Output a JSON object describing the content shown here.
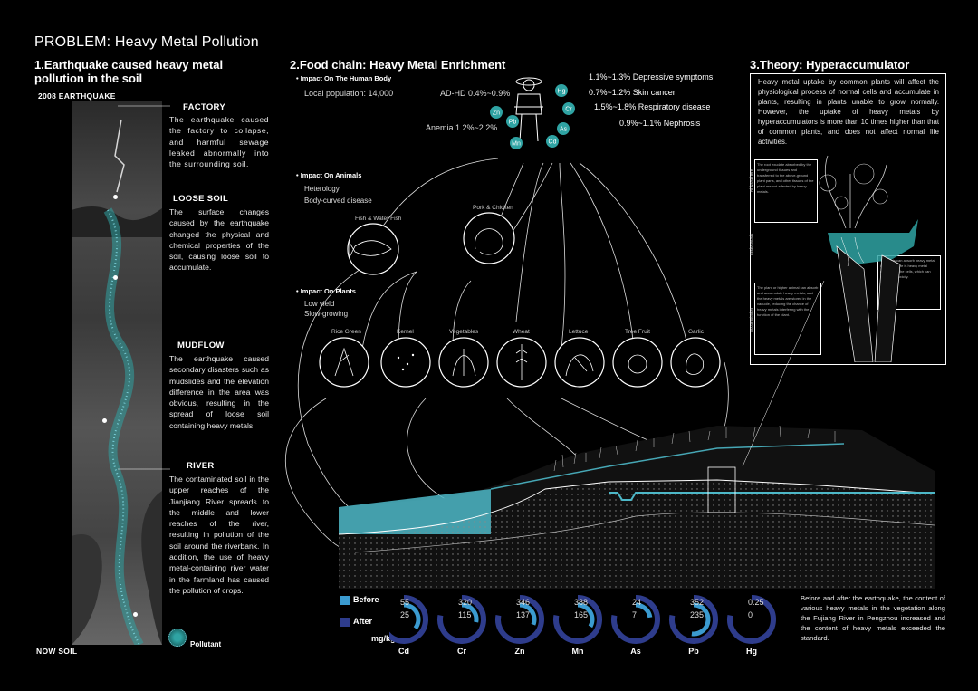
{
  "title": "PROBLEM: Heavy Metal Pollution",
  "section1": {
    "heading_line1": "1.Earthquake caused heavy metal",
    "heading_line2": "pollution in the soil",
    "earthquake_label": "2008  EARTHQUAKE",
    "now_soil_label": "NOW  SOIL",
    "pollutant_label": "Pollutant",
    "stages": [
      {
        "title": "FACTORY",
        "text": "The earthquake caused the factory to collapse, and harmful sewage leaked abnormally into the surrounding soil."
      },
      {
        "title": "LOOSE SOIL",
        "text": "The surface changes caused by the earthquake changed the physical and chemical properties of the soil, causing loose soil to accumulate."
      },
      {
        "title": "MUDFLOW",
        "text": "The earthquake caused secondary disasters such as mudslides and the elevation difference in the area was obvious, resulting in the spread of loose soil containing heavy metals."
      },
      {
        "title": "RIVER",
        "text": "The contaminated soil in the upper reaches of the Jianjiang River spreads to the middle and lower reaches of the river, resulting in pollution of the soil around the riverbank. In addition, the use of heavy metal-containing river water in the farmland has caused the pollution of crops."
      }
    ]
  },
  "section2": {
    "heading": "2.Food chain: Heavy Metal Enrichment",
    "human": {
      "title": "Impact On The Human Body",
      "population": "Local population: 14,000",
      "adhd": "AD-HD 0.4%~0.9%",
      "anemia": "Anemia 1.2%~2.2%",
      "symptoms": [
        "1.1%~1.3% Depressive symptoms",
        "0.7%~1.2% Skin cancer",
        "1.5%~1.8% Respiratory disease",
        "0.9%~1.1% Nephrosis"
      ]
    },
    "metals": [
      "Zn",
      "Hg",
      "Pb",
      "Cr",
      "Mn",
      "Cd",
      "As"
    ],
    "animals": {
      "title": "Impact On Animals",
      "line1": "Heterology",
      "line2": "Body-curved disease"
    },
    "plants": {
      "title": "Impact On Plants",
      "line1": "Low yield",
      "line2": "Slow-growing"
    },
    "animal_circles": [
      "Fish & Water Fish",
      "Pork & Chicken"
    ],
    "plant_circles": [
      "Rice Green",
      "Kernel",
      "Vegetables",
      "Wheat",
      "Lettuce",
      "Tree Fruit",
      "Garlic"
    ]
  },
  "section3": {
    "heading": "3.Theory: Hyperaccumulator",
    "text": "Heavy metal uptake by common plants will affect the physiological process of normal cells and accumulate in plants, resulting in plants unable to grow normally. However, the uptake of heavy metals by hyperaccumulators is more than 10 times higher than that of common plants, and does not affect normal life activities.",
    "side_labels": [
      "Rhizosphere",
      "Endocytosis",
      "Accumulation"
    ],
    "notes": [
      "The root exudate absorbed by the underground tissues and transferred to the above-ground plant parts, and other tissues of the plant are not affected by heavy metals.",
      "The roots can absorb heavy metal ions and there is heavy metal retention in the cells, which can reduce its toxicity.",
      "The plant or higher animal can absorb and accumulate heavy metals, and the heavy metals are stored in the vacuole, reducing the chance of heavy metals interfering with the function of the plant."
    ]
  },
  "legend": {
    "before": "Before",
    "after": "After",
    "unit": "mg/kg"
  },
  "chart_data": {
    "type": "radial-bar",
    "categories": [
      "Cd",
      "Cr",
      "Zn",
      "Mn",
      "As",
      "Pb",
      "Hg"
    ],
    "series": [
      {
        "name": "Before",
        "values": [
          55,
          320,
          346,
          388,
          24,
          352,
          0.25
        ],
        "labels": [
          "55",
          "320",
          "346",
          "388",
          "24",
          "352",
          "0.25"
        ]
      },
      {
        "name": "After",
        "values": [
          25,
          115,
          137,
          165,
          7,
          235,
          0
        ],
        "labels": [
          "25",
          "115",
          "137",
          "165",
          "7",
          "235",
          "0"
        ]
      }
    ],
    "colors": {
      "before": "#3b9bd0",
      "after": "#2e3c8c"
    }
  },
  "chart_note": "Before and after the earthquake, the content of various heavy metals in the vegetation along the Fujiang River in Pengzhou increased and the content of heavy metals exceeded the standard.",
  "colors": {
    "teal": "#2fa3a3",
    "water": "#4db8c8",
    "before": "#3b9bd0",
    "after": "#2e3c8c"
  }
}
